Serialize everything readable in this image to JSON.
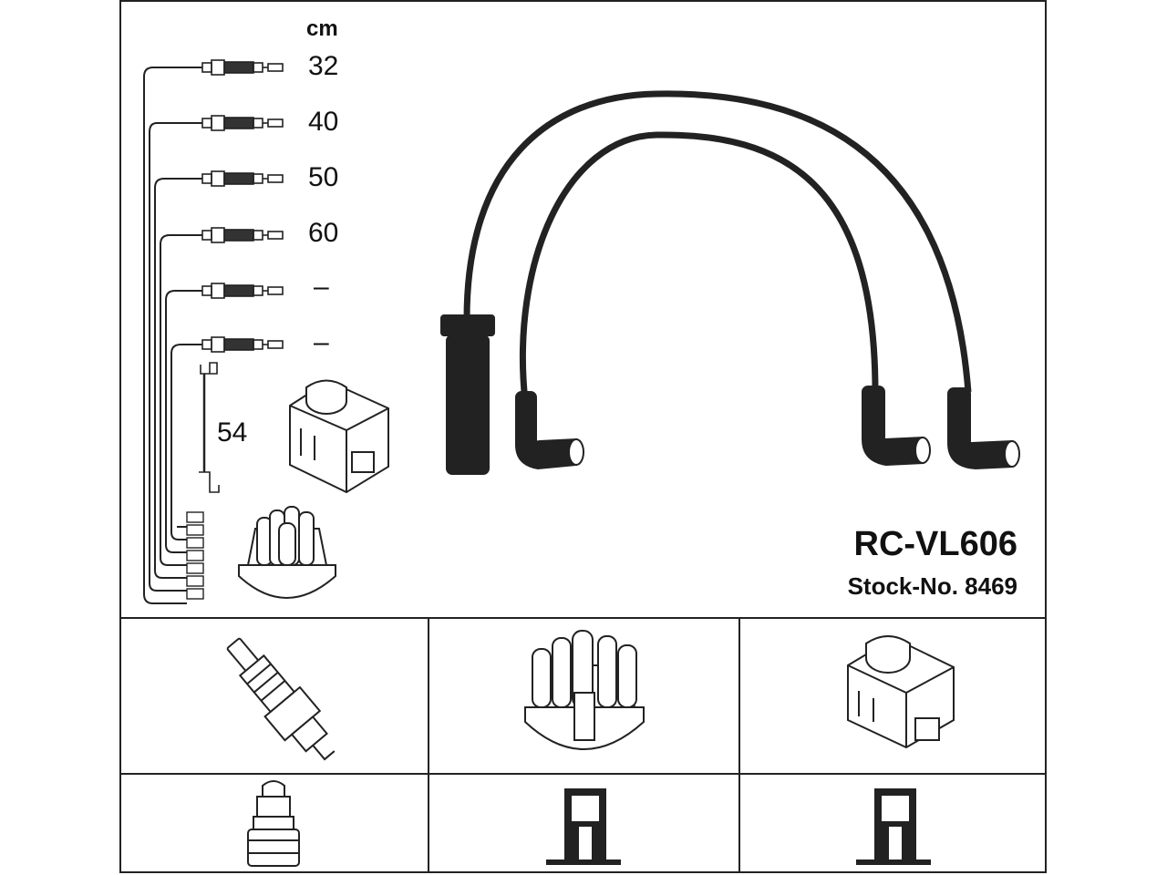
{
  "diagram": {
    "unit_label": "cm",
    "model": "RC-VL606",
    "stock_label": "Stock-No. 8469",
    "lead_lengths": [
      "32",
      "40",
      "50",
      "60",
      "–",
      "–"
    ],
    "coil_lead_length": "54"
  }
}
